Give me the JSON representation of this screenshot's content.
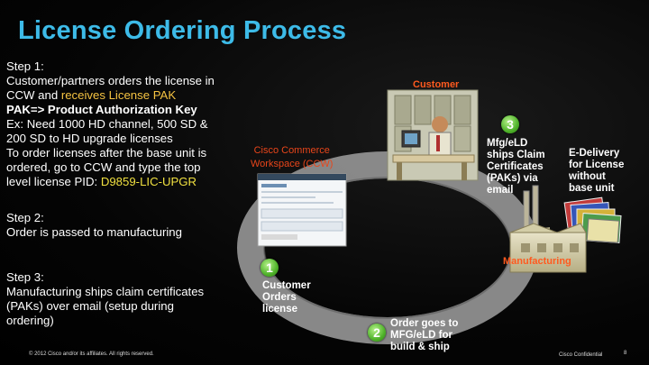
{
  "title": "License Ordering Process",
  "left": {
    "step1": {
      "heading": "Step 1:",
      "line1": "Customer/partners orders the license in",
      "line2_a": "CCW and ",
      "line2_b": "receives License PAK",
      "pak_definition": "PAK=> Product Authorization Key",
      "line4": "Ex: Need 1000 HD channel, 500 SD &",
      "line5": "200 SD to HD upgrade licenses",
      "line6": "To order licenses after the base unit is",
      "line7": "ordered, go to CCW and type the top",
      "line8_a": "level license PID: ",
      "pid": "D9859-LIC-UPGR"
    },
    "step2": {
      "heading": "Step 2:",
      "line1": "Order is passed to manufacturing"
    },
    "step3": {
      "heading": "Step 3:",
      "line1": "Manufacturing ships claim certificates",
      "line2": "(PAKs) over email (setup during",
      "line3": "ordering)"
    }
  },
  "diagram": {
    "customer_label": "Customer",
    "ccw_line1": "Cisco Commerce",
    "ccw_line2": "Workspace (CCW)",
    "badge1": "1",
    "badge2": "2",
    "badge3": "3",
    "mfg_ships": [
      "Mfg/eLD",
      "ships Claim",
      "Certificates",
      "(PAKs) via",
      "email"
    ],
    "e_delivery": [
      "E-Delivery",
      "for License",
      "without",
      "base unit"
    ],
    "manufacturing_label": "Manufacturing",
    "customer_orders": [
      "Customer",
      "Orders",
      "license"
    ],
    "order_goes": [
      "Order goes to",
      "MFG/eLD for",
      "build & ship"
    ]
  },
  "footer": {
    "copyright": "© 2012 Cisco and/or its affiliates. All rights reserved.",
    "confidential": "Cisco Confidential",
    "page_number": "8"
  },
  "colors": {
    "title": "#3dbbe8",
    "accent_text": "#f5c342",
    "pid_text": "#f0e040",
    "orange_label": "#ff5a1f",
    "badge_green": "#4fb22a"
  }
}
